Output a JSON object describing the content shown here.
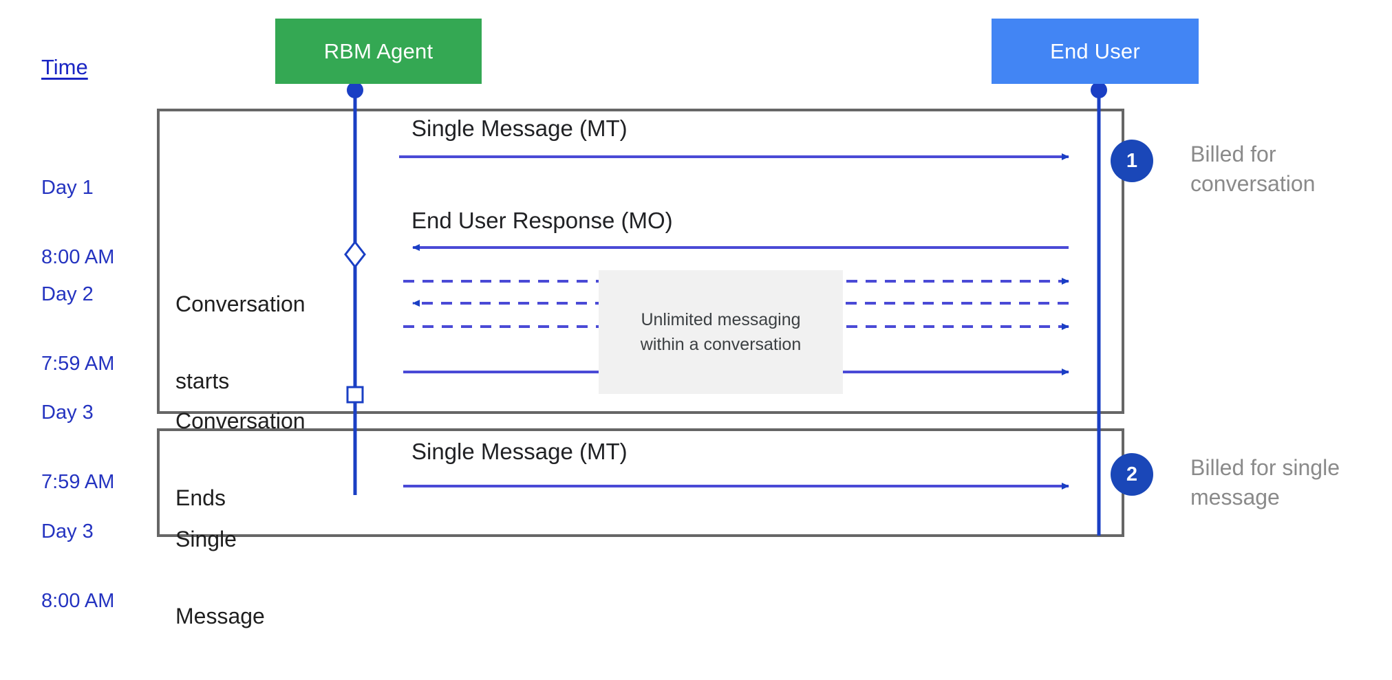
{
  "diagram": {
    "title_column": {
      "time_header": "Time"
    },
    "actors": [
      {
        "name": "rbm-agent",
        "label": "RBM Agent",
        "color": "#34a853"
      },
      {
        "name": "end-user",
        "label": "End User",
        "color": "#4285f4"
      }
    ],
    "timeline": [
      {
        "day": "Day 1",
        "time": "8:00 AM"
      },
      {
        "day": "Day 2",
        "time": "7:59 AM"
      },
      {
        "day": "Day 3",
        "time": "7:59 AM"
      },
      {
        "day": "Day 3",
        "time": "8:00 AM"
      }
    ],
    "stages": [
      {
        "line1": "Conversation",
        "line2": "starts"
      },
      {
        "line1": "Conversation",
        "line2": "Ends"
      },
      {
        "line1": "Single",
        "line2": "Message"
      }
    ],
    "messages": [
      {
        "label": "Single Message (MT)",
        "direction": "agent-to-user",
        "style": "solid"
      },
      {
        "label": "End User Response (MO)",
        "direction": "user-to-agent",
        "style": "solid"
      },
      {
        "label": "",
        "direction": "agent-to-user",
        "style": "dashed"
      },
      {
        "label": "",
        "direction": "user-to-agent",
        "style": "dashed"
      },
      {
        "label": "",
        "direction": "agent-to-user",
        "style": "dashed"
      },
      {
        "label": "",
        "direction": "agent-to-user",
        "style": "solid"
      },
      {
        "label": "Single Message (MT)",
        "direction": "agent-to-user",
        "style": "solid"
      }
    ],
    "note": {
      "line1": "Unlimited messaging",
      "line2": "within a conversation",
      "background": "#f1f1f1"
    },
    "callouts": [
      {
        "number": "1",
        "caption_line1": "Billed for",
        "caption_line2": "conversation"
      },
      {
        "number": "2",
        "caption_line1": "Billed for single",
        "caption_line2": "message"
      }
    ],
    "colors": {
      "agent_green": "#34a853",
      "user_blue": "#4285f4",
      "lifeline_blue": "#1a3fc4",
      "arrow_blue": "#4a4ad6",
      "frame_gray": "#666666",
      "badge_blue": "#1a47b8",
      "time_text": "#2433c0",
      "caption_gray": "#8a8a8a"
    }
  }
}
